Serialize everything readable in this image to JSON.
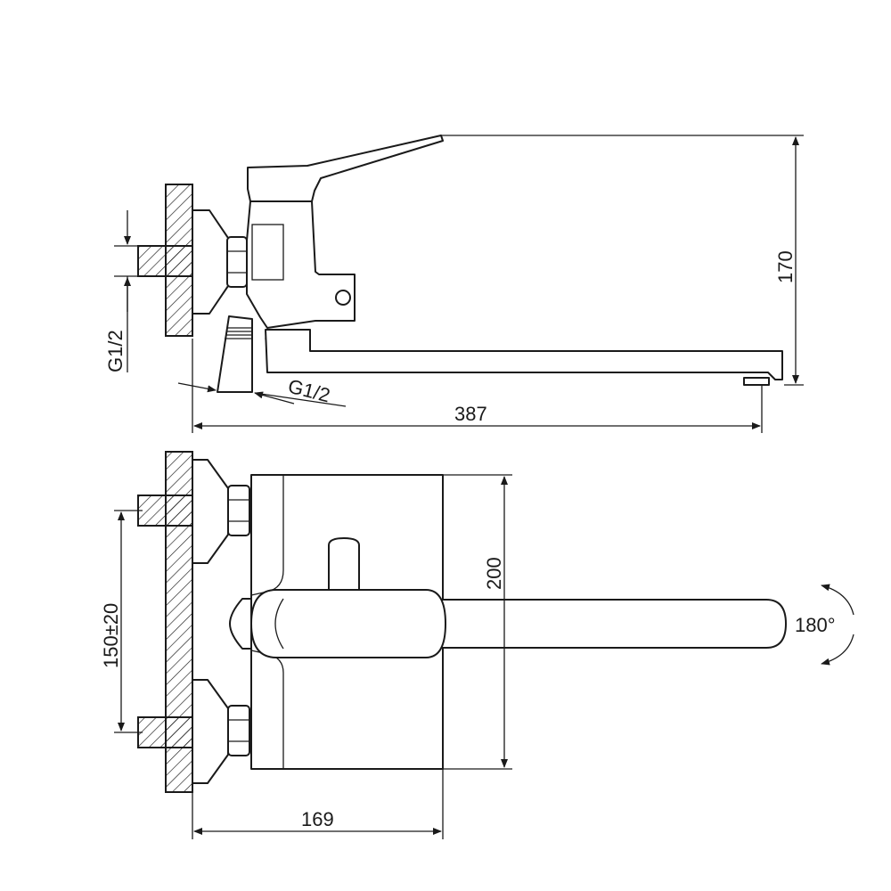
{
  "dimensions": {
    "height_170": "170",
    "length_387": "387",
    "thread_wall": "G1/2",
    "thread_outlet": "G1/2",
    "depth_200": "200",
    "spacing": "150±20",
    "rotation": "180°",
    "width_169": "169"
  },
  "colors": {
    "line": "#1a1a1a",
    "background": "#ffffff"
  }
}
